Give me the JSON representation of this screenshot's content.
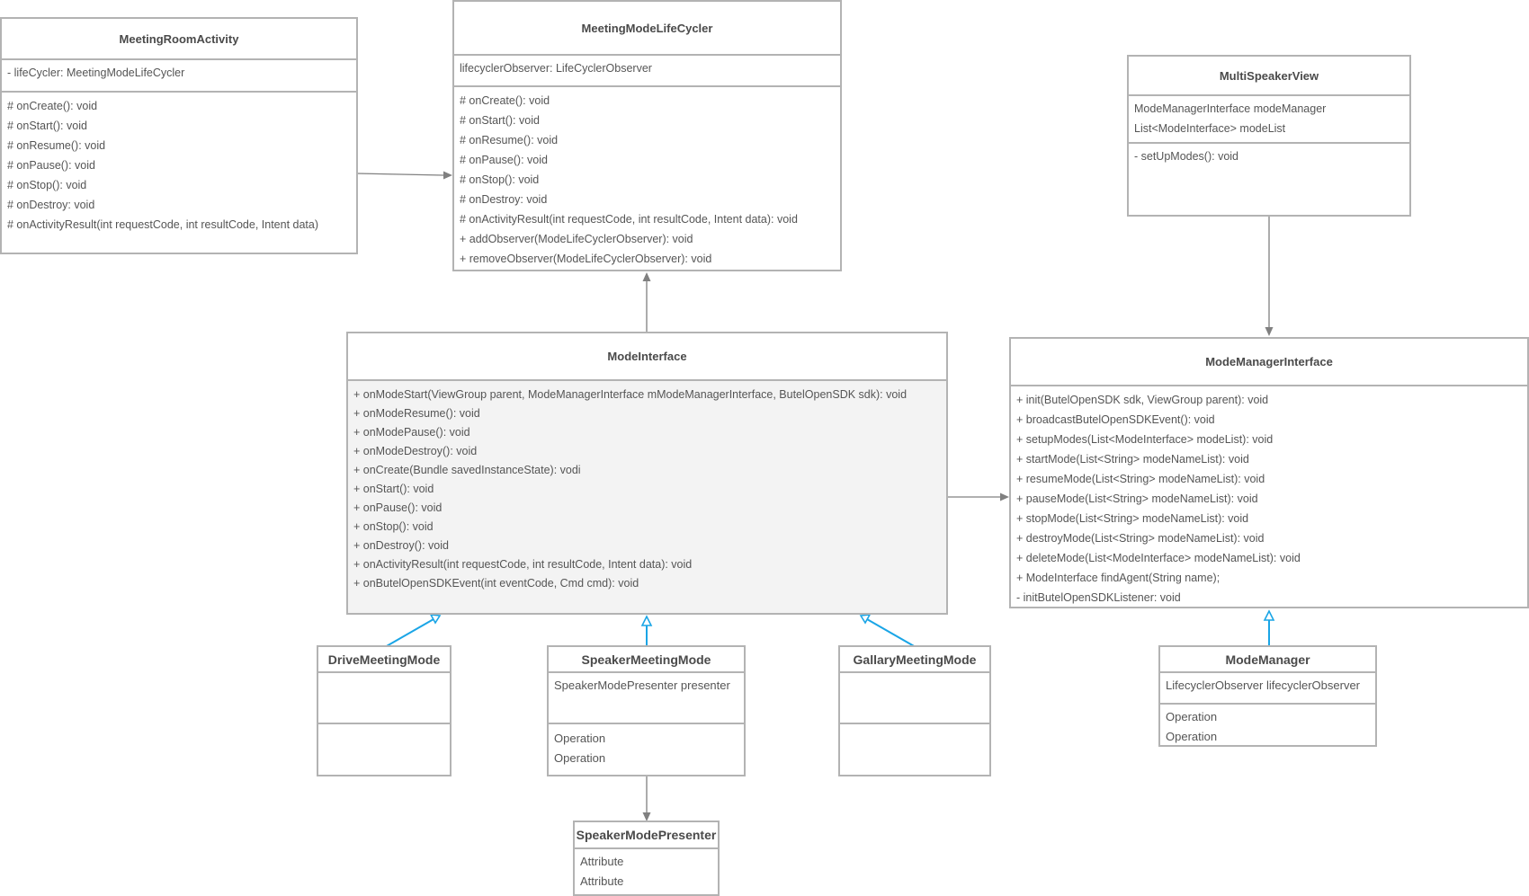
{
  "classes": {
    "meeting_room_activity": {
      "name": "MeetingRoomActivity",
      "attributes": [
        "- lifeCycler: MeetingModeLifeCycler"
      ],
      "operations": [
        "# onCreate(): void",
        "# onStart(): void",
        "# onResume(): void",
        "# onPause(): void",
        "# onStop(): void",
        "# onDestroy: void",
        "# onActivityResult(int requestCode, int resultCode, Intent data)"
      ]
    },
    "meeting_mode_lifecycler": {
      "name": "MeetingModeLifeCycler",
      "attributes": [
        "lifecyclerObserver: LifeCyclerObserver"
      ],
      "operations": [
        "# onCreate(): void",
        "# onStart(): void",
        "# onResume(): void",
        "# onPause(): void",
        "# onStop(): void",
        "# onDestroy: void",
        "# onActivityResult(int requestCode, int resultCode, Intent data): void",
        "+ addObserver(ModeLifeCyclerObserver): void",
        "+ removeObserver(ModeLifeCyclerObserver): void"
      ]
    },
    "multi_speaker_view": {
      "name": "MultiSpeakerView",
      "attributes": [
        "ModeManagerInterface modeManager",
        "List<ModeInterface> modeList"
      ],
      "operations": [
        "- setUpModes(): void"
      ]
    },
    "mode_interface": {
      "name": "ModeInterface",
      "operations": [
        "+ onModeStart(ViewGroup parent, ModeManagerInterface mModeManagerInterface, ButelOpenSDK sdk): void",
        "+ onModeResume(): void",
        "+ onModePause(): void",
        "+ onModeDestroy(): void",
        "+ onCreate(Bundle savedInstanceState): vodi",
        "+ onStart(): void",
        "+ onPause(): void",
        "+ onStop(): void",
        "+ onDestroy(): void",
        "+ onActivityResult(int requestCode, int resultCode, Intent data): void",
        "+ onButelOpenSDKEvent(int eventCode, Cmd cmd): void"
      ]
    },
    "mode_manager_interface": {
      "name": "ModeManagerInterface",
      "operations": [
        "+ init(ButelOpenSDK sdk, ViewGroup parent): void",
        "+ broadcastButelOpenSDKEvent(): void",
        "+ setupModes(List<ModeInterface> modeList): void",
        "+ startMode(List<String> modeNameList): void",
        "+ resumeMode(List<String> modeNameList): void",
        "+ pauseMode(List<String> modeNameList): void",
        "+ stopMode(List<String> modeNameList): void",
        "+ destroyMode(List<String> modeNameList): void",
        "+ deleteMode(List<ModeInterface> modeNameList): void",
        "+ ModeInterface findAgent(String name);",
        "- initButelOpenSDKListener: void"
      ]
    },
    "drive_meeting_mode": {
      "name": "DriveMeetingMode"
    },
    "speaker_meeting_mode": {
      "name": "SpeakerMeetingMode",
      "attributes": [
        "SpeakerModePresenter presenter"
      ],
      "operations": [
        "Operation",
        "Operation"
      ]
    },
    "gallary_meeting_mode": {
      "name": "GallaryMeetingMode"
    },
    "mode_manager": {
      "name": "ModeManager",
      "attributes": [
        "LifecyclerObserver lifecyclerObserver"
      ],
      "operations": [
        "Operation",
        "Operation"
      ]
    },
    "speaker_mode_presenter": {
      "name": "SpeakerModePresenter",
      "attributes": [
        "Attribute",
        "Attribute"
      ]
    }
  },
  "colors": {
    "border": "#b3b3b3",
    "association_line": "#808080",
    "realization_line": "#1aa5e6",
    "shaded_fill": "#f3f3f3"
  }
}
